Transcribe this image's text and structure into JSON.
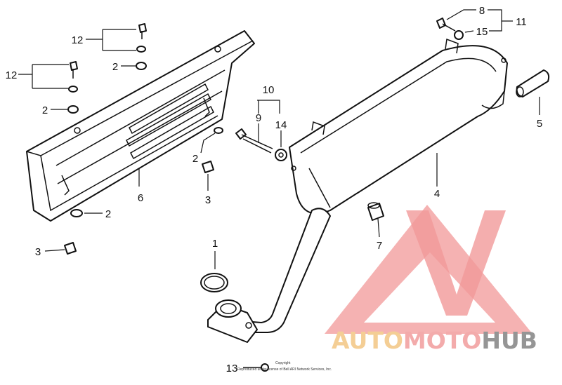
{
  "callouts": {
    "c1": "1",
    "c2a": "2",
    "c2b": "2",
    "c2c": "2",
    "c2d": "2",
    "c3a": "3",
    "c3b": "3",
    "c4": "4",
    "c5": "5",
    "c6": "6",
    "c7": "7",
    "c8": "8",
    "c9": "9",
    "c10": "10",
    "c11": "11",
    "c12a": "12",
    "c12b": "12",
    "c13": "13",
    "c14": "14",
    "c15": "15"
  },
  "copyright": {
    "line1": "Copyright",
    "line2": "Reproduced under license of Bell ARI Network Services, Inc."
  },
  "watermark": {
    "part1": "AUTO",
    "part2": "MOTO",
    "part3": "HUB",
    "colors": {
      "auto": "#f3c98a",
      "moto": "#f2a3a3",
      "hub": "#8a8a8a",
      "triangle": "#f08e8e"
    }
  }
}
